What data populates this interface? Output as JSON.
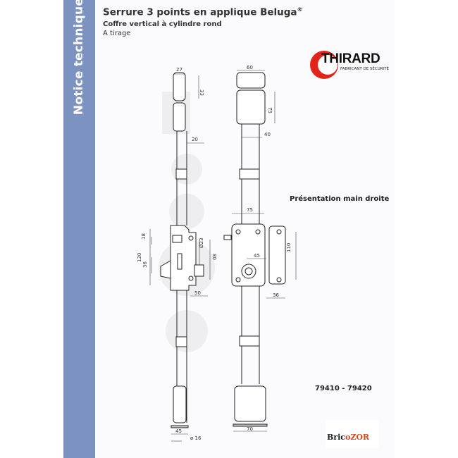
{
  "sidebar": {
    "label": "Notice technique",
    "color": "#7c93c2"
  },
  "header": {
    "title": "Serrure 3 points en applique Beluga",
    "title_mark": "®",
    "subtitle": "Coffre vertical à cylindre rond",
    "variant": "A tirage"
  },
  "brand": {
    "name": "THIRARD",
    "tagline": "FABRICANT DE SÉCURITÉ",
    "accent": "#e2231a"
  },
  "drawing": {
    "side_view": {
      "dims": [
        "27",
        "33",
        "20",
        "18",
        "120",
        "36",
        "Ø23",
        "80",
        "50",
        "45",
        "ø 16"
      ]
    },
    "front_view": {
      "dims": [
        "60",
        "75",
        "40",
        "75",
        "45",
        "110",
        "36",
        "70"
      ]
    },
    "presentation_label": "Présentation main droite"
  },
  "references": "79410 - 79420",
  "retailer": {
    "name_part1": "Bric",
    "name_part2": "oZOR",
    "accent": "#d04a1c"
  }
}
